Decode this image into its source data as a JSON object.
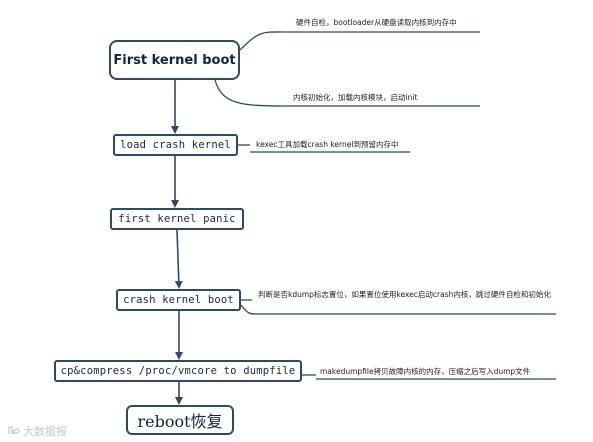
{
  "nodes": {
    "first_kernel_boot": "First kernel boot",
    "load_crash_kernel": "load crash kernel",
    "first_kernel_panic": "first kernel panic",
    "crash_kernel_boot": "crash kernel boot",
    "cp_compress": "cp&compress /proc/vmcore to dumpfile",
    "reboot": "reboot恢复"
  },
  "notes": {
    "hardware_check": "硬件自检，bootloader从硬盘读取内核到内存中",
    "kernel_init": "内核初始化，加载内核模块，启动init",
    "kexec_load": "kexec工具加载crash kernel到预留内存中",
    "kdump_check": "判断是否kdump标志置位，如果置位使用kexec启动crash内核，跳过硬件自检和初始化",
    "makedumpfile": "makedumpfile拷贝故障内核的内存，压缩之后写入dump文件"
  },
  "watermark": {
    "icon": "logo-icon",
    "text": "大数据报"
  },
  "colors": {
    "line": "#2e4a6b",
    "arrow": "#2e4a6b",
    "text": "#1a2740"
  }
}
